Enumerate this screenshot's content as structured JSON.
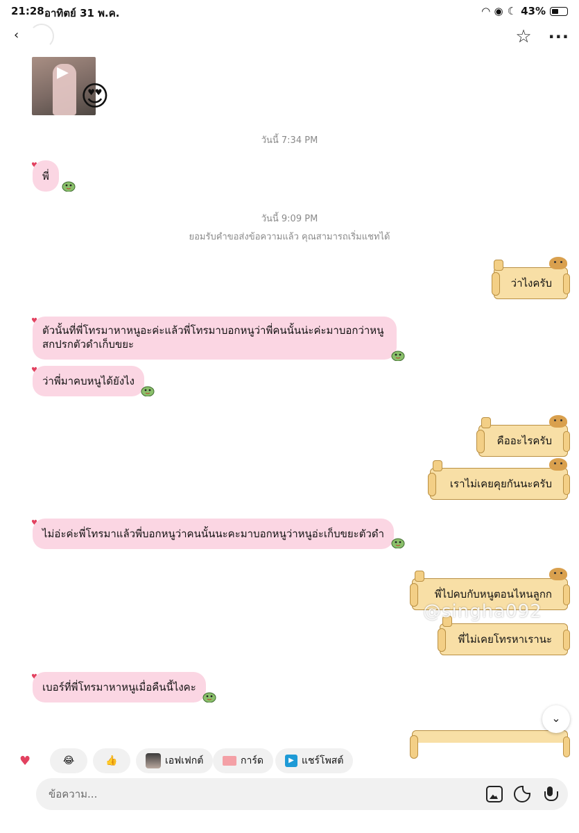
{
  "status_bar": {
    "time": "21:28",
    "date": "อาทิตย์ 31 พ.ค.",
    "battery": "43%",
    "battery_level": 0.43
  },
  "header": {
    "back_icon": "chevron-left-icon",
    "star_icon": "star-icon",
    "more_icon": "more-icon"
  },
  "media": {
    "reaction": "😍"
  },
  "timestamps": {
    "t1": "วันนี้ 7:34 PM",
    "t2": "วันนี้ 9:09 PM"
  },
  "system": {
    "accepted": "ยอมรับคำขอส่งข้อความแล้ว คุณสามารถเริ่มแชทได้"
  },
  "messages": {
    "m1": "พี่",
    "m2": "ว่าไงครับ",
    "m3": "ตัวนั้นที่พี่โทรมาหาหนูอะค่ะแล้วพี่โทรมาบอกหนูว่าพี่คนนั้นน่ะค่ะมาบอกว่าหนูสกปรกตัวดำเก็บขยะ",
    "m4": "ว่าพี่มาคบหนูได้ยังไง",
    "m5": "คืออะไรครับ",
    "m6": "เราไม่เคยคุยกันนะครับ",
    "m7": "ไม่อ่ะค่ะพี่โทรมาแล้วพี่บอกหนูว่าคนนั้นนะคะมาบอกหนูว่าหนูอ่ะเก็บขยะตัวดำ",
    "m8": "พี่ไปคบกับหนูตอนไหนลูกก",
    "m9": "พี่ไม่เคยโทรหาเรานะ",
    "m10": "เบอร์ที่พี่โทรมาหาหนูเมื่อคืนนี้ไงคะ"
  },
  "watermark": "@singha092",
  "quick_actions": {
    "laugh": "😂",
    "like": "👍",
    "effect": "เอฟเฟกต์",
    "card": "การ์ด",
    "share": "แชร์โพสต์"
  },
  "composer": {
    "placeholder": "ข้อความ..."
  }
}
